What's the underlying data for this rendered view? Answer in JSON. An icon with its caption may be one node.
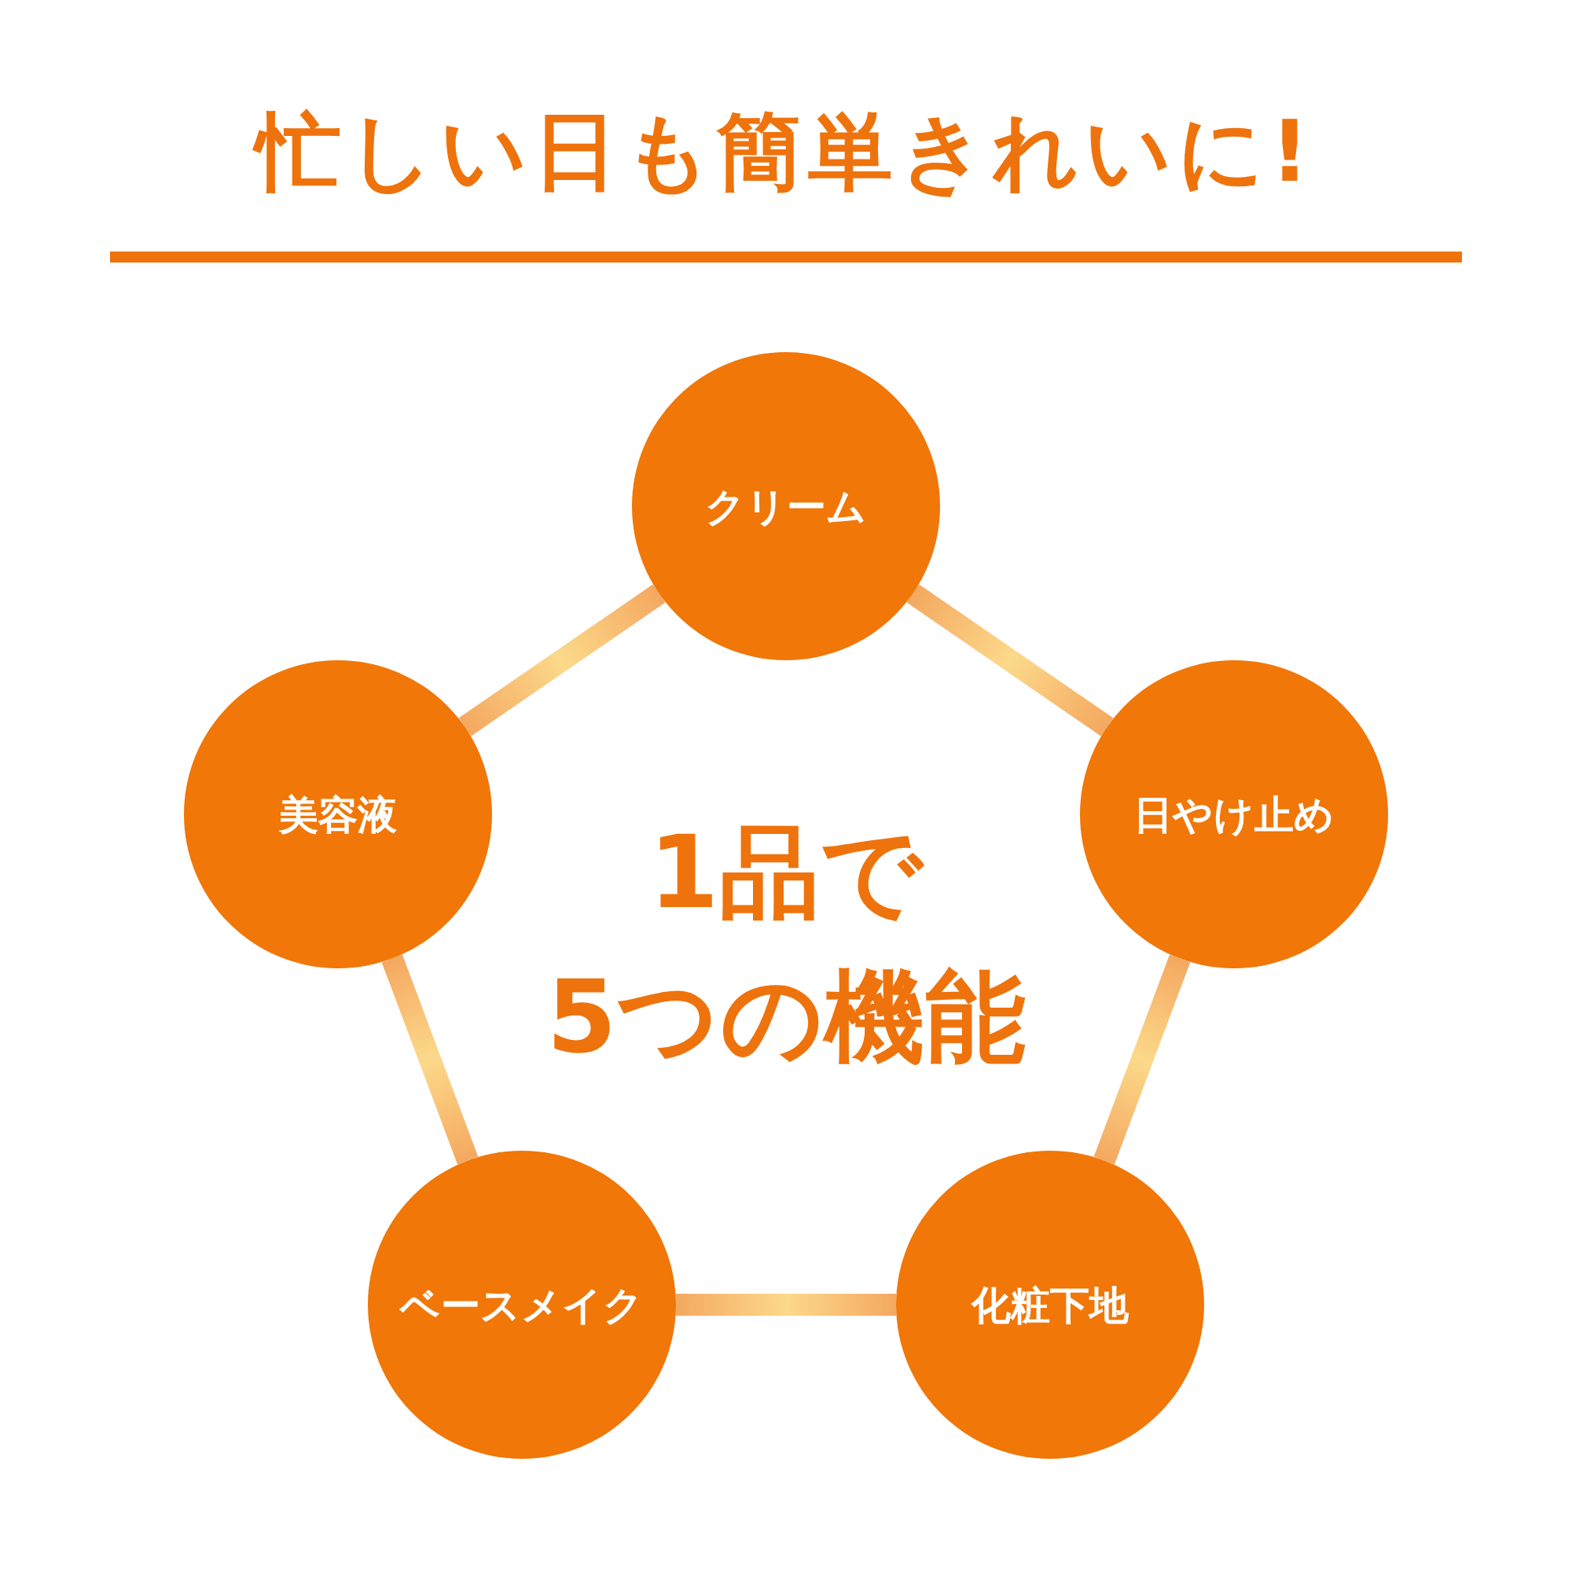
{
  "diagram": {
    "title": "忙しい日も簡単きれいに!",
    "nodes": [
      {
        "text": [
          "クリーム"
        ]
      },
      {
        "text": [
          "美容液"
        ]
      },
      {
        "text": [
          "日やけ止め"
        ]
      },
      {
        "text": [
          "ベースメイク"
        ]
      },
      {
        "text": [
          "化粧下地"
        ]
      }
    ],
    "edges": [
      {
        "from": 0,
        "to": 2,
        "arrow": "none"
      },
      {
        "from": 2,
        "to": 4,
        "arrow": "none"
      },
      {
        "from": 4,
        "to": 3,
        "arrow": "none"
      },
      {
        "from": 3,
        "to": 1,
        "arrow": "none"
      },
      {
        "from": 1,
        "to": 0,
        "arrow": "none"
      }
    ],
    "labels": [
      "1品で5つの機能"
    ]
  }
}
